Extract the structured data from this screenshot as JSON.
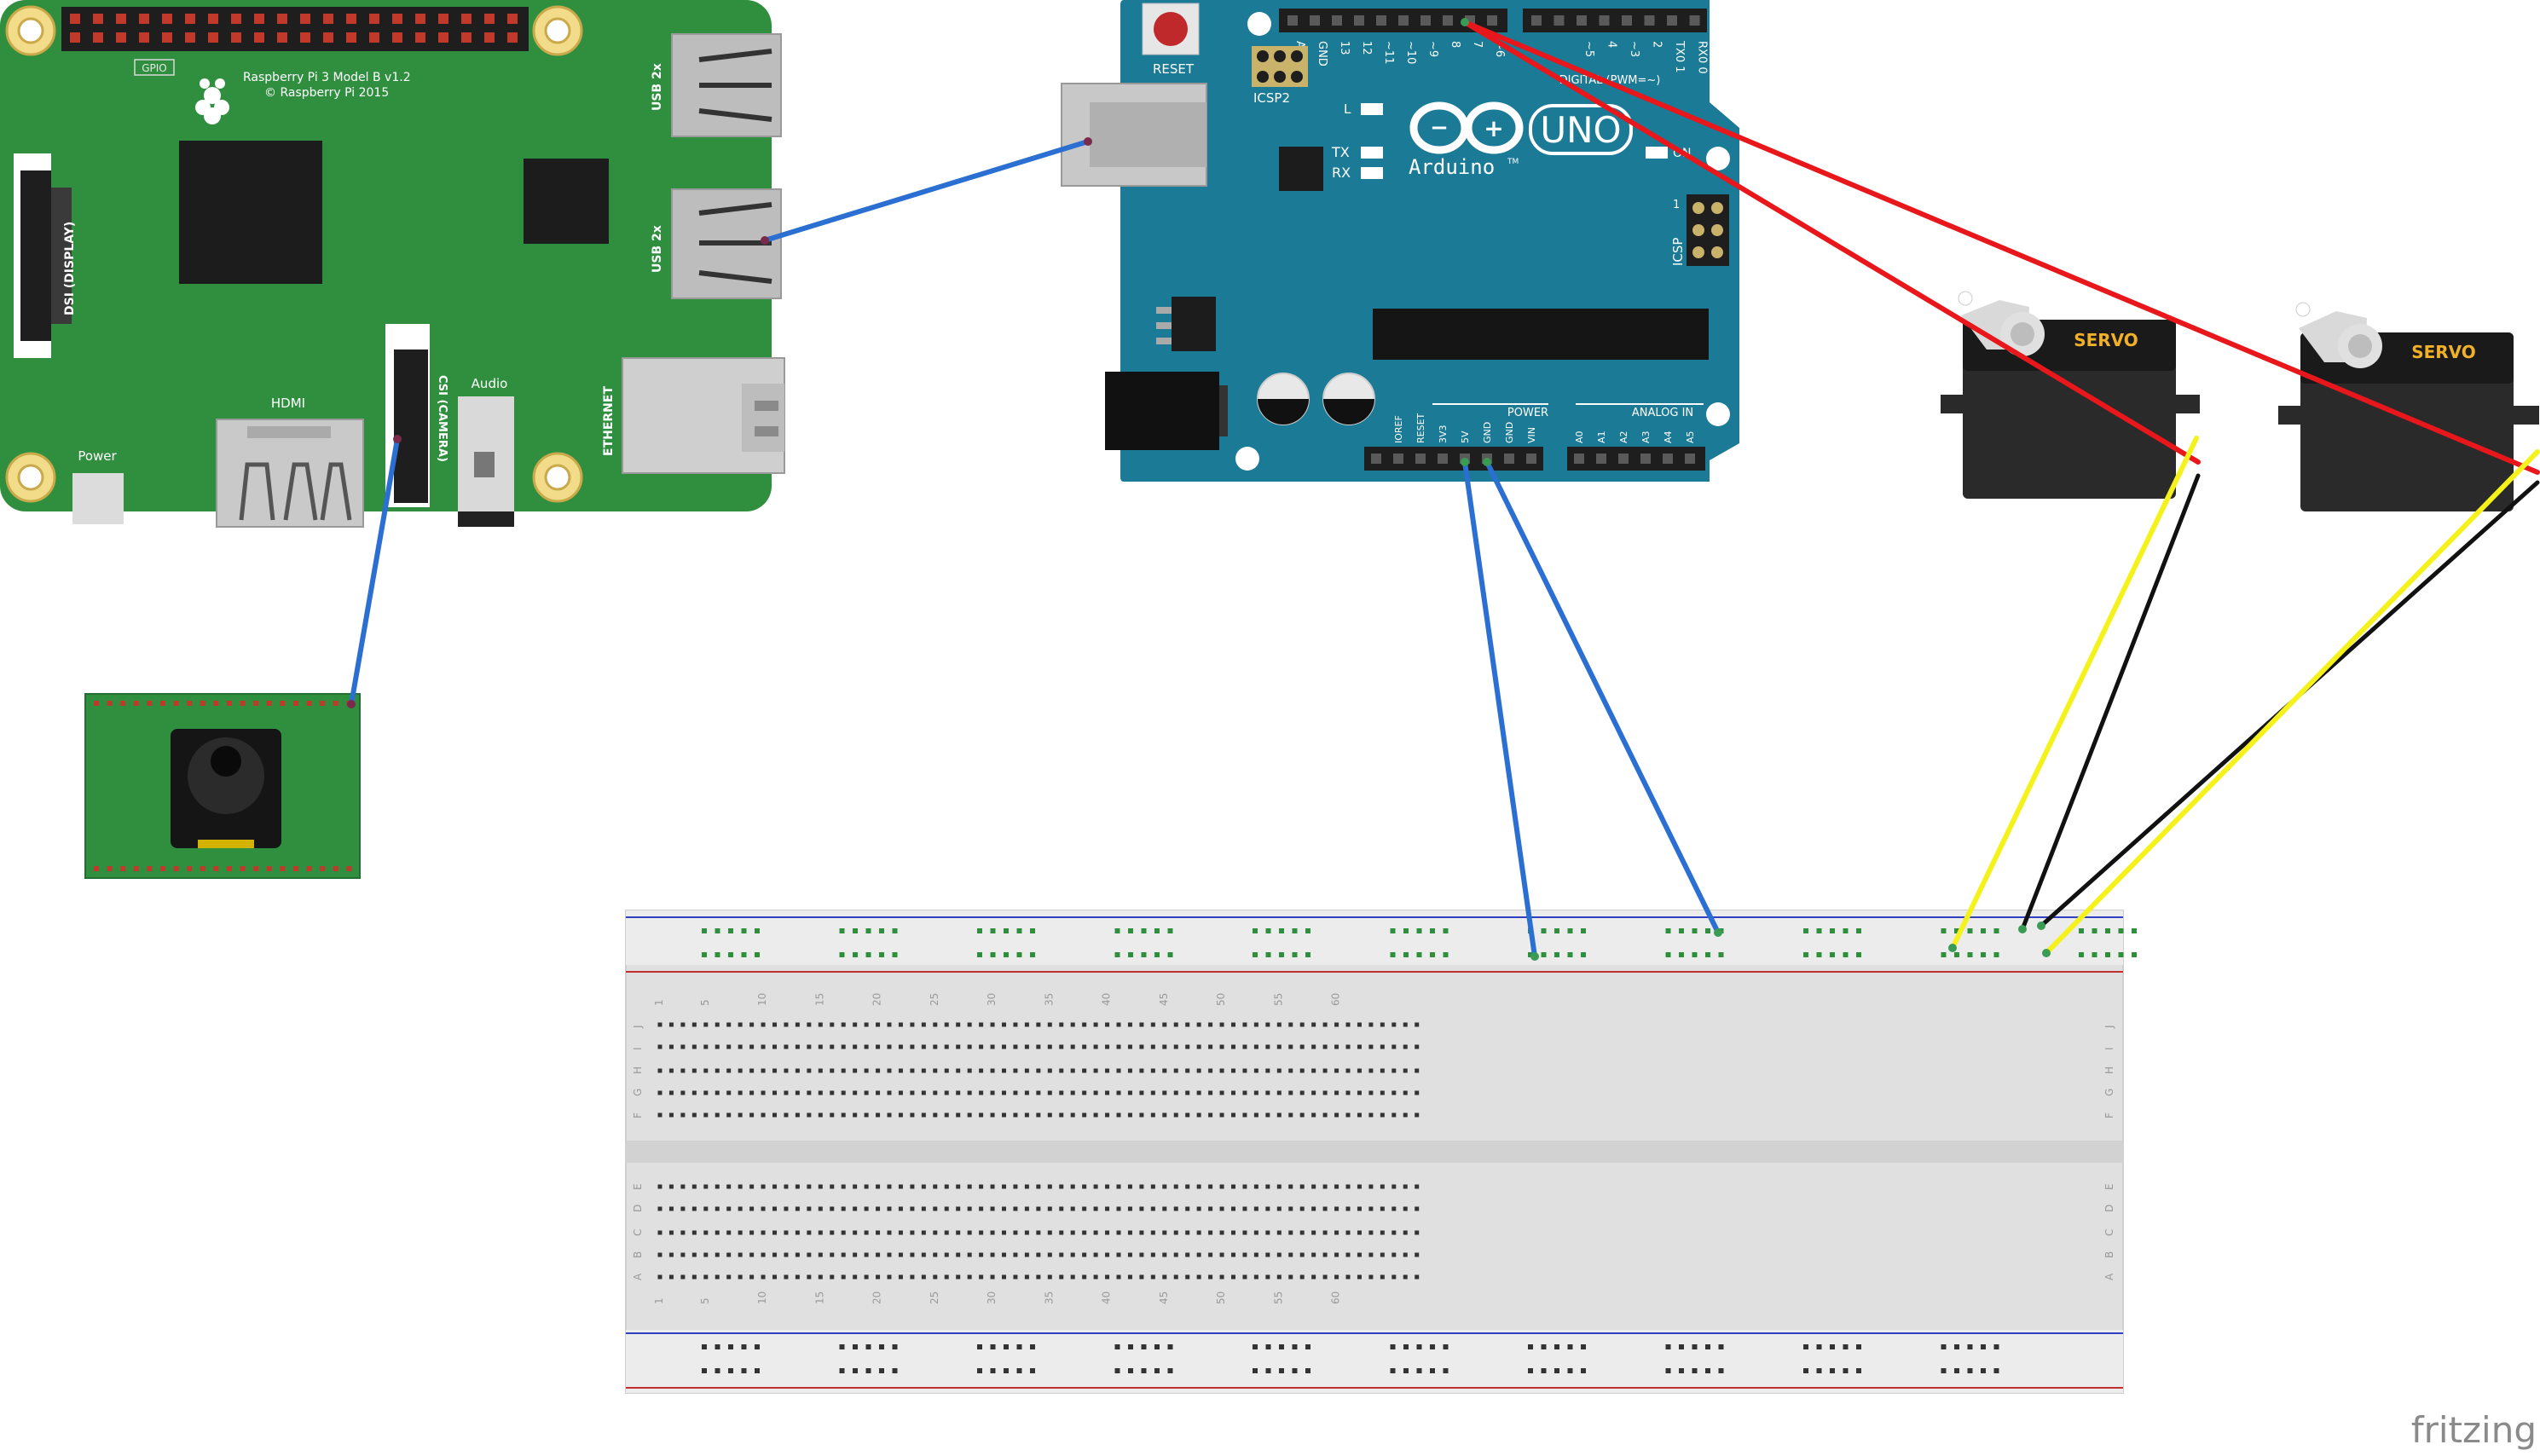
{
  "raspberry_pi": {
    "gpio_label": "GPIO",
    "model_line1": "Raspberry Pi 3 Model B v1.2",
    "model_line2": "© Raspberry Pi 2015",
    "usb_label_1": "USB 2x",
    "usb_label_2": "USB 2x",
    "dsi_label": "DSI (DISPLAY)",
    "csi_label": "CSI (CAMERA)",
    "hdmi_label": "HDMI",
    "audio_label": "Audio",
    "power_label": "Power",
    "ethernet_label": "ETHERNET",
    "board_color": "#2f8f3f"
  },
  "arduino": {
    "reset_label": "RESET",
    "icsp2_label": "ICSP2",
    "icsp_label": "ICSP",
    "l_label": "L",
    "tx_label": "TX",
    "rx_label": "RX",
    "uno_label": "UNO",
    "brand_label": "Arduino",
    "tm": "TM",
    "on_label": "ON",
    "digital_label": "DIGITAL (PWM=~)",
    "power_label": "POWER",
    "analog_label": "ANALOG IN",
    "icsp_pin1": "1",
    "top_pins": [
      "AREF",
      "GND",
      "13",
      "12",
      "~11",
      "~10",
      "~9",
      "8",
      "7",
      "~6",
      "~5",
      "4",
      "~3",
      "2",
      "TX0 1",
      "RX0 0"
    ],
    "power_pins": [
      "IOREF",
      "RESET",
      "3V3",
      "5V",
      "GND",
      "GND",
      "VIN"
    ],
    "analog_pins": [
      "A0",
      "A1",
      "A2",
      "A3",
      "A4",
      "A5"
    ],
    "board_color": "#1b7a96"
  },
  "servos": [
    {
      "label": "SERVO"
    },
    {
      "label": "SERVO"
    }
  ],
  "breadboard": {
    "column_numbers": [
      "1",
      "5",
      "10",
      "15",
      "20",
      "25",
      "30",
      "35",
      "40",
      "45",
      "50",
      "55",
      "60"
    ],
    "rows_top": [
      "J",
      "I",
      "H",
      "G",
      "F"
    ],
    "rows_bottom": [
      "E",
      "D",
      "C",
      "B",
      "A"
    ]
  },
  "wires": {
    "blue": "#2a6fd1",
    "red": "#e8171b",
    "black": "#111111",
    "yellow": "#f4f21a"
  },
  "watermark": "fritzing"
}
